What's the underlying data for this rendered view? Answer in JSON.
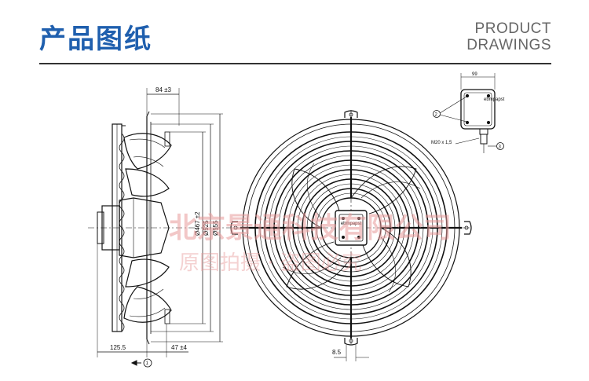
{
  "header": {
    "title_cn": "产品图纸",
    "title_en_line1": "PRODUCT",
    "title_en_line2": "DRAWINGS"
  },
  "side_view": {
    "dim_top": "84 ±3",
    "dim_d1": "Ø467 ±2",
    "dim_d2": "Ø525",
    "dim_d3": "Ø555",
    "dim_bottom_left": "125.5",
    "dim_bottom_right": "47 ±4",
    "callout_1": "1"
  },
  "front_view": {
    "dim_bottom": "8.5",
    "box_label": "ebmpapst"
  },
  "terminal_box": {
    "dim_top": "99",
    "gland_label": "M20 x 1,5",
    "callout_2": "2",
    "callout_3": "3",
    "box_label": "ebmpapst"
  },
  "watermark": {
    "line1": "北京景通科技有限公司",
    "line2": "原图拍摄 · 盗图必究"
  }
}
